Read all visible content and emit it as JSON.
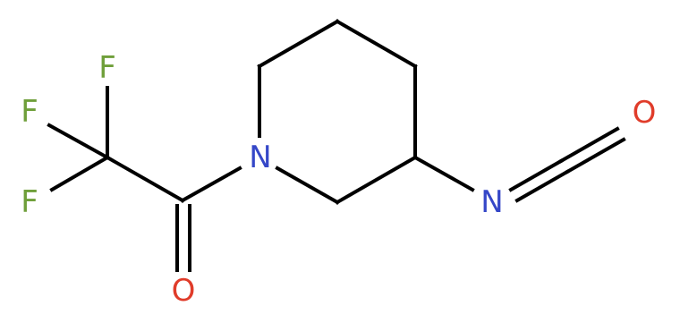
{
  "molecule": {
    "atoms": {
      "F1": {
        "label": "F",
        "color": "#6f9f3a"
      },
      "F2": {
        "label": "F",
        "color": "#6f9f3a"
      },
      "F3": {
        "label": "F",
        "color": "#6f9f3a"
      },
      "O_carbonyl": {
        "label": "O",
        "color": "#e03c2a"
      },
      "N_ring": {
        "label": "N",
        "color": "#3547c8"
      },
      "N_iso": {
        "label": "N",
        "color": "#3547c8"
      },
      "O_iso": {
        "label": "O",
        "color": "#e03c2a"
      }
    },
    "bond_color": "#000000"
  }
}
